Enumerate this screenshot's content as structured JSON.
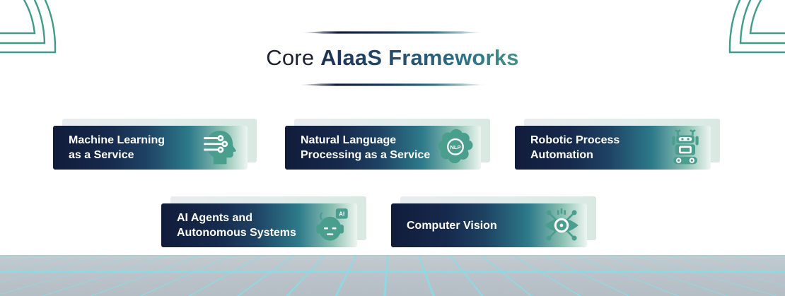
{
  "title": {
    "prefix": "Core",
    "emphasis": "AIaaS Frameworks"
  },
  "cards": [
    {
      "line1": "Machine Learning",
      "line2": "as a Service",
      "icon": "ml-head-circuit-icon"
    },
    {
      "line1": "Natural Language",
      "line2": "Processing as a Service",
      "icon": "nlp-brain-icon"
    },
    {
      "line1": "Robotic Process",
      "line2": "Automation",
      "icon": "rpa-robot-icon"
    },
    {
      "line1": "AI Agents and",
      "line2": "Autonomous Systems",
      "icon": "ai-agent-robot-icon"
    },
    {
      "line1": "Computer Vision",
      "line2": "",
      "icon": "computer-vision-eye-icon"
    }
  ],
  "icon_text": {
    "nlp_badge": "NLP",
    "ai_chip": "AI"
  },
  "colors": {
    "navy": "#131E3C",
    "card_teal": "#2E7A89",
    "card_fade": "#EEF5F1",
    "icon_teal": "#4A9E8D",
    "arc_teal": "#3F9C8B",
    "grid_line": "#8FD9E4",
    "title_navy": "#1D2130"
  }
}
